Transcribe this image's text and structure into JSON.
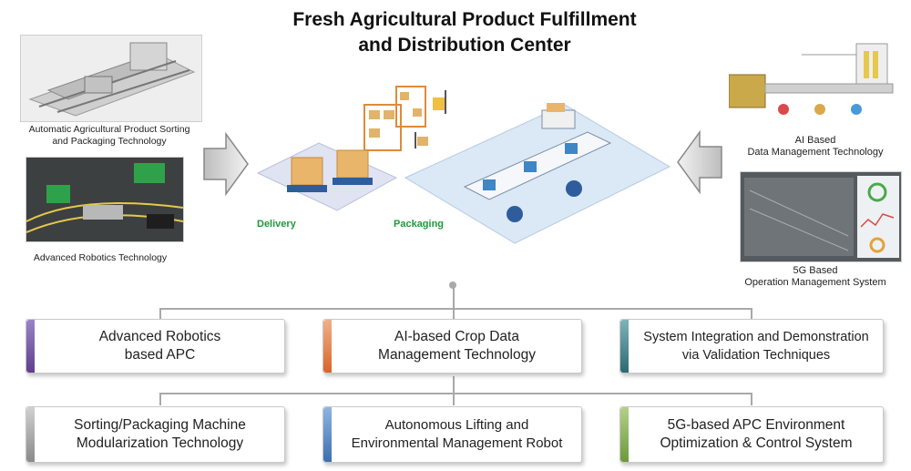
{
  "title": "Fresh Agricultural Product Fulfillment\nand Distribution Center",
  "left_captions": {
    "sorting": "Automatic Agricultural Product Sorting\nand Packaging  Technology",
    "robotics": "Advanced Robotics Technology"
  },
  "right_captions": {
    "ai_data": "AI Based\nData Management Technology",
    "fiveg": "5G Based\nOperation Management System"
  },
  "center_labels": {
    "delivery": "Delivery",
    "packaging": "Packaging"
  },
  "top_boxes": [
    {
      "label": "Advanced Robotics\nbased APC",
      "color": "#7b5ea7"
    },
    {
      "label": "AI-based Crop Data\nManagement Technology",
      "color": "#e27a3f"
    },
    {
      "label": "System Integration and Demonstration\nvia Validation Techniques",
      "color": "#3a7f86"
    }
  ],
  "bottom_boxes": [
    {
      "label": "Sorting/Packaging Machine\nModularization Technology",
      "color": "#9a9a9a"
    },
    {
      "label": "Autonomous Lifting and\nEnvironmental Management Robot",
      "color": "#4a7fc1"
    },
    {
      "label": "5G-based APC Environment\nOptimization & Control System",
      "color": "#7aa04a"
    }
  ]
}
